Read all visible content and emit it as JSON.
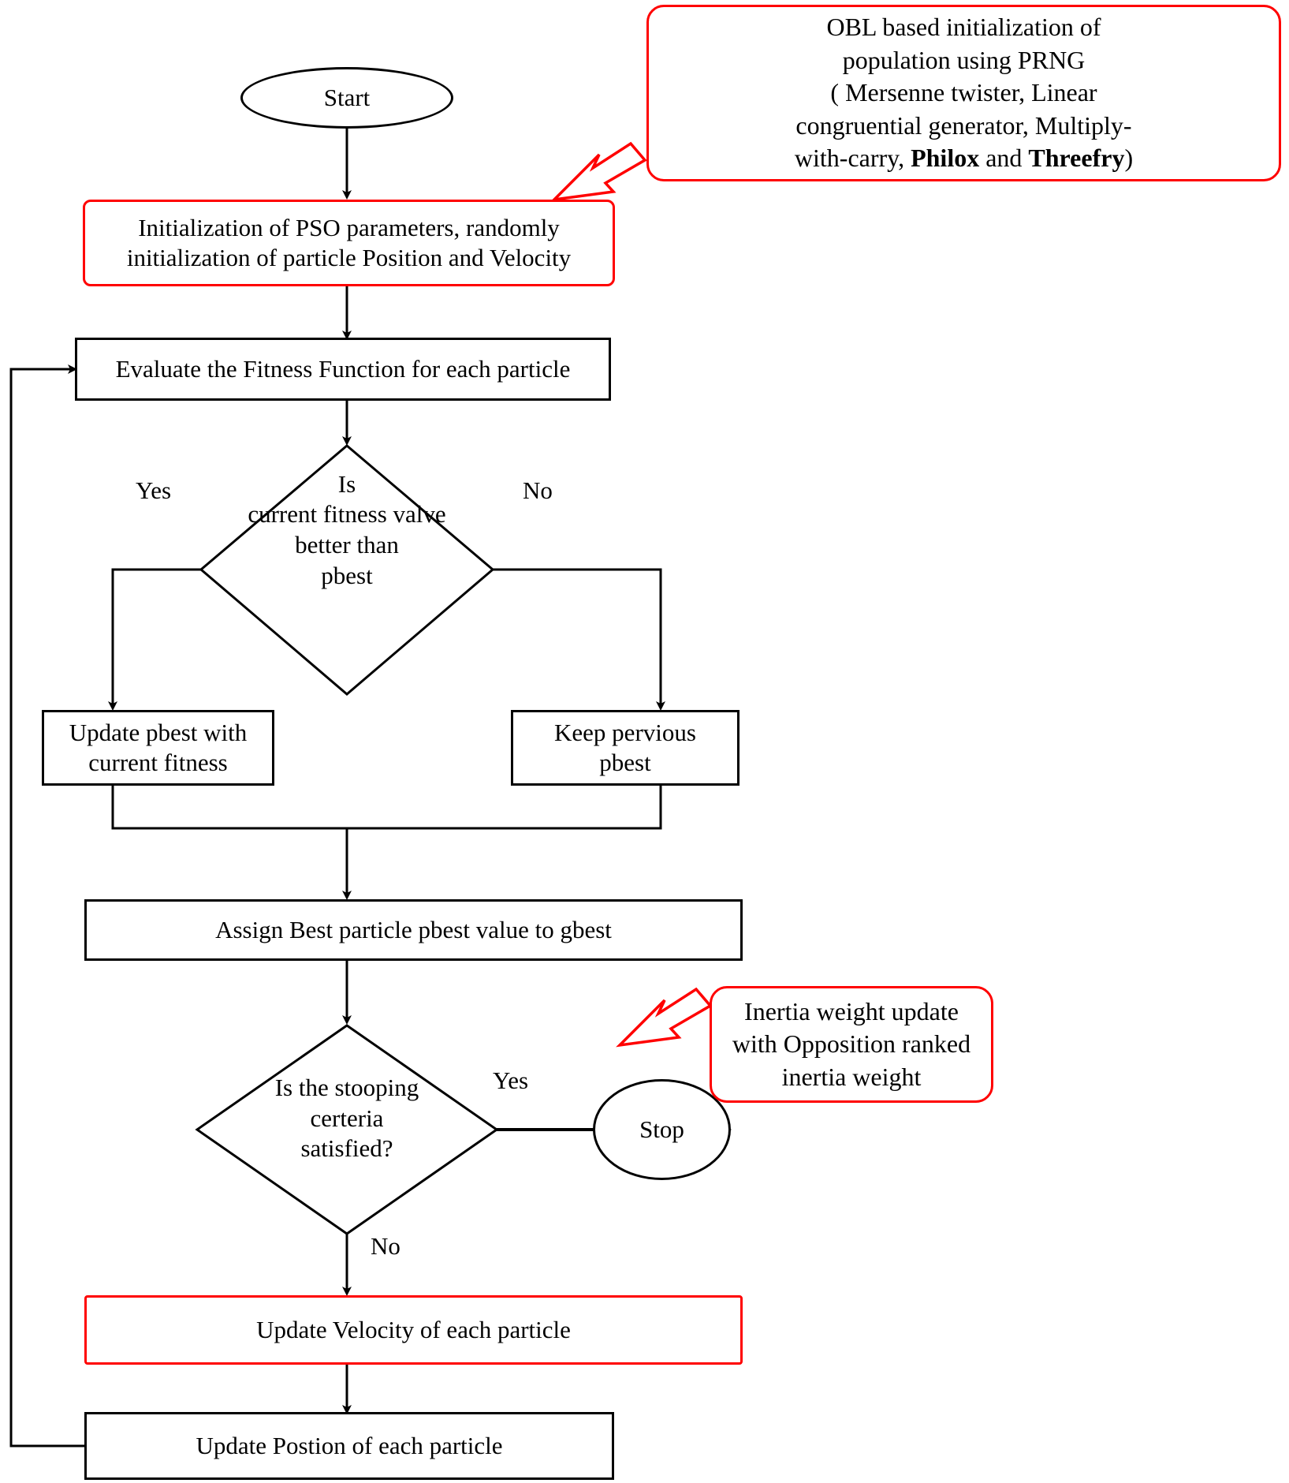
{
  "diagram": {
    "title": "PSO flowchart with OBL based initialization",
    "colors": {
      "stroke": "#000000",
      "accent": "#ff0000",
      "background": "#ffffff"
    },
    "nodes": {
      "start": {
        "label": "Start",
        "shape": "oval"
      },
      "init": {
        "label": "Initialization of PSO parameters, randomly initialization of particle Position and Velocity",
        "shape": "rounded-rect",
        "border": "#ff0000"
      },
      "evaluate": {
        "label": "Evaluate the Fitness Function for each particle",
        "shape": "rect"
      },
      "decision1": {
        "line1": "Is",
        "line2": "current fitness valve",
        "line3": "better than",
        "line4": "pbest",
        "shape": "diamond"
      },
      "update_pbest": {
        "line1": "Update pbest with",
        "line2": "current fitness",
        "shape": "rect"
      },
      "keep_pbest": {
        "line1": "Keep pervious",
        "line2": "pbest",
        "shape": "rect"
      },
      "assign_gbest": {
        "label": "Assign Best particle pbest value to gbest",
        "shape": "rect"
      },
      "decision2": {
        "line1": "Is the stooping",
        "line2": "certeria",
        "line3": "satisfied?",
        "shape": "diamond"
      },
      "stop": {
        "label": "Stop",
        "shape": "oval"
      },
      "update_velocity": {
        "label": "Update Velocity of each particle",
        "shape": "rect",
        "border": "#ff0000"
      },
      "update_position": {
        "label": "Update Postion of each particle",
        "shape": "rect"
      }
    },
    "edge_labels": {
      "d1_yes": "Yes",
      "d1_no": "No",
      "d2_yes": "Yes",
      "d2_no": "No"
    },
    "callouts": {
      "obl": {
        "line1": "OBL based initialization  of",
        "line2": "population using PRNG",
        "line3": "( Mersenne twister, Linear",
        "line4": "congruential generator, Multiply-",
        "line5_a": "with-carry, ",
        "line5_b": "Philox",
        "line5_c": " and ",
        "line5_d": "Threefry",
        "line5_e": ")"
      },
      "inertia": {
        "line1": "Inertia weight update",
        "line2": "with Opposition ranked",
        "line3": "inertia weight"
      }
    }
  }
}
